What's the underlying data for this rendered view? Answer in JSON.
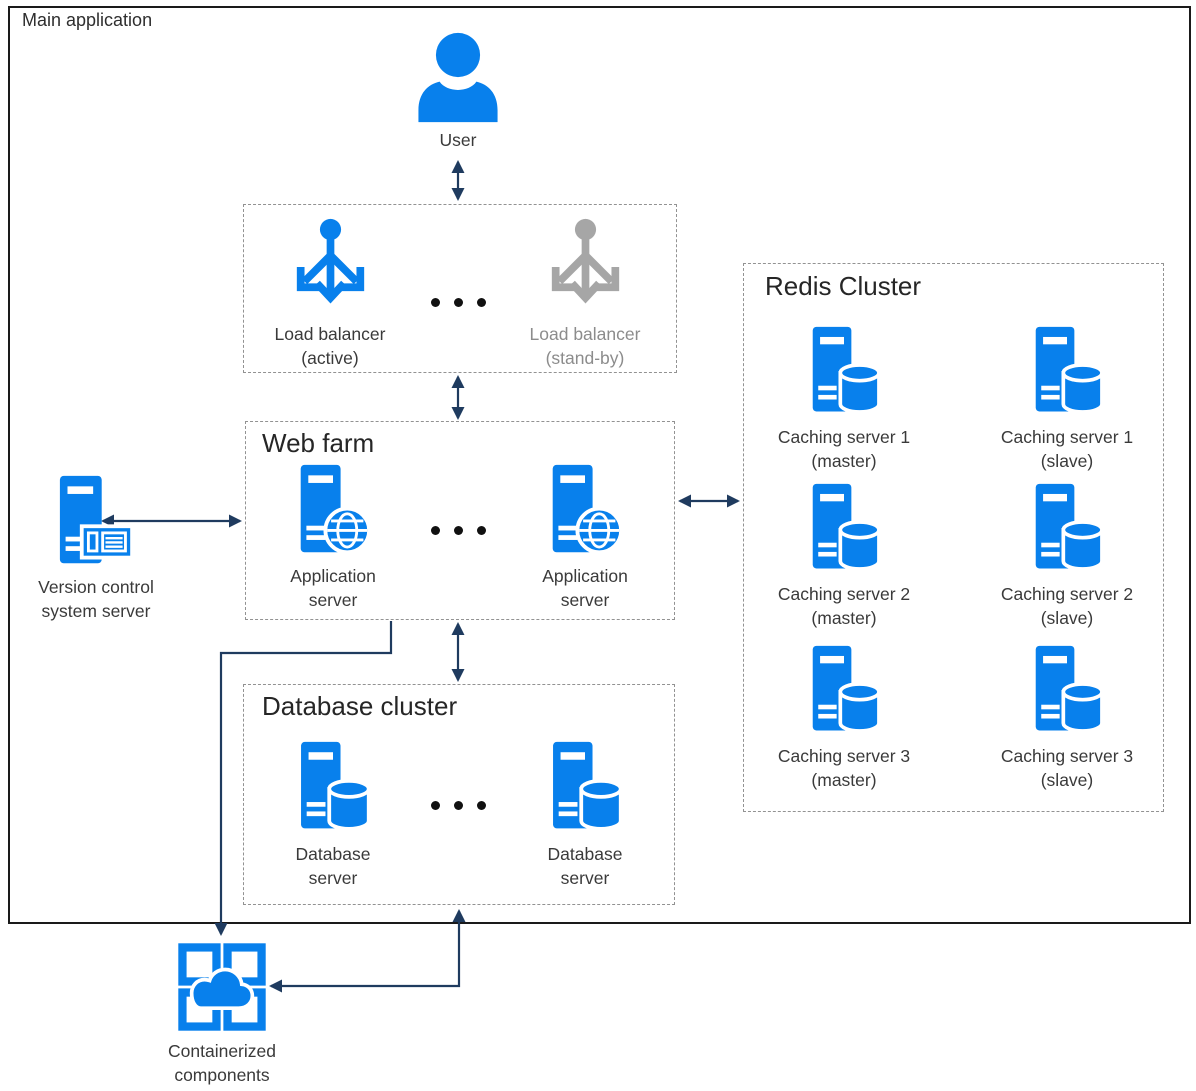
{
  "colors": {
    "blue": "#0880EC",
    "gray_icon": "#A6A6A6",
    "gray_text": "#8C8C8C",
    "arrow": "#1F3B5F",
    "border": "#1A1A1A",
    "dashed": "#929292",
    "text": "#3A3A3A",
    "title": "#262626",
    "dot": "#111111"
  },
  "main": {
    "label": "Main application"
  },
  "user": {
    "label": "User",
    "icon": "person-icon"
  },
  "load_balancer_group": {
    "active": {
      "line1": "Load balancer",
      "line2": "(active)",
      "icon": "load-balancer-icon"
    },
    "standby": {
      "line1": "Load balancer",
      "line2": "(stand-by)",
      "icon": "load-balancer-icon"
    }
  },
  "web_farm": {
    "title": "Web farm",
    "server1": {
      "line1": "Application",
      "line2": "server",
      "icon": "application-server-icon"
    },
    "server2": {
      "line1": "Application",
      "line2": "server",
      "icon": "application-server-icon"
    }
  },
  "version_control": {
    "line1": "Version control",
    "line2": "system server",
    "icon": "server-console-icon"
  },
  "redis_cluster": {
    "title": "Redis Cluster",
    "servers": [
      {
        "line1": "Caching server 1",
        "line2": "(master)",
        "icon": "caching-server-icon"
      },
      {
        "line1": "Caching server 1",
        "line2": "(slave)",
        "icon": "caching-server-icon"
      },
      {
        "line1": "Caching server 2",
        "line2": "(master)",
        "icon": "caching-server-icon"
      },
      {
        "line1": "Caching server 2",
        "line2": "(slave)",
        "icon": "caching-server-icon"
      },
      {
        "line1": "Caching server 3",
        "line2": "(master)",
        "icon": "caching-server-icon"
      },
      {
        "line1": "Caching server 3",
        "line2": "(slave)",
        "icon": "caching-server-icon"
      }
    ]
  },
  "database_cluster": {
    "title": "Database cluster",
    "server1": {
      "line1": "Database",
      "line2": "server",
      "icon": "database-server-icon"
    },
    "server2": {
      "line1": "Database",
      "line2": "server",
      "icon": "database-server-icon"
    }
  },
  "container": {
    "line1": "Containerized",
    "line2": "components",
    "icon": "containerized-components-icon"
  }
}
